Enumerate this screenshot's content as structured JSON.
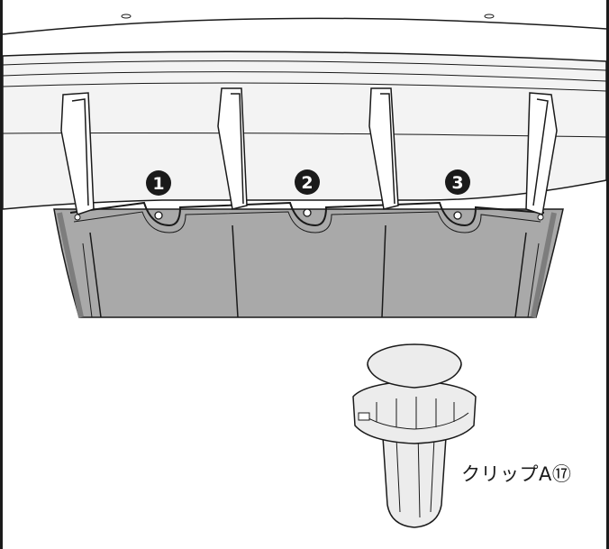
{
  "figure": {
    "callouts": [
      {
        "number": "1"
      },
      {
        "number": "2"
      },
      {
        "number": "3"
      }
    ],
    "clip_label": "クリップA⑰"
  },
  "colors": {
    "line": "#1a1a1a",
    "bumper_fill": "#f3f3f3",
    "panel_fill": "#a9a9a9",
    "panel_rim": "#7d7d7d",
    "clip_fill": "#ececec",
    "background": "#ffffff"
  }
}
